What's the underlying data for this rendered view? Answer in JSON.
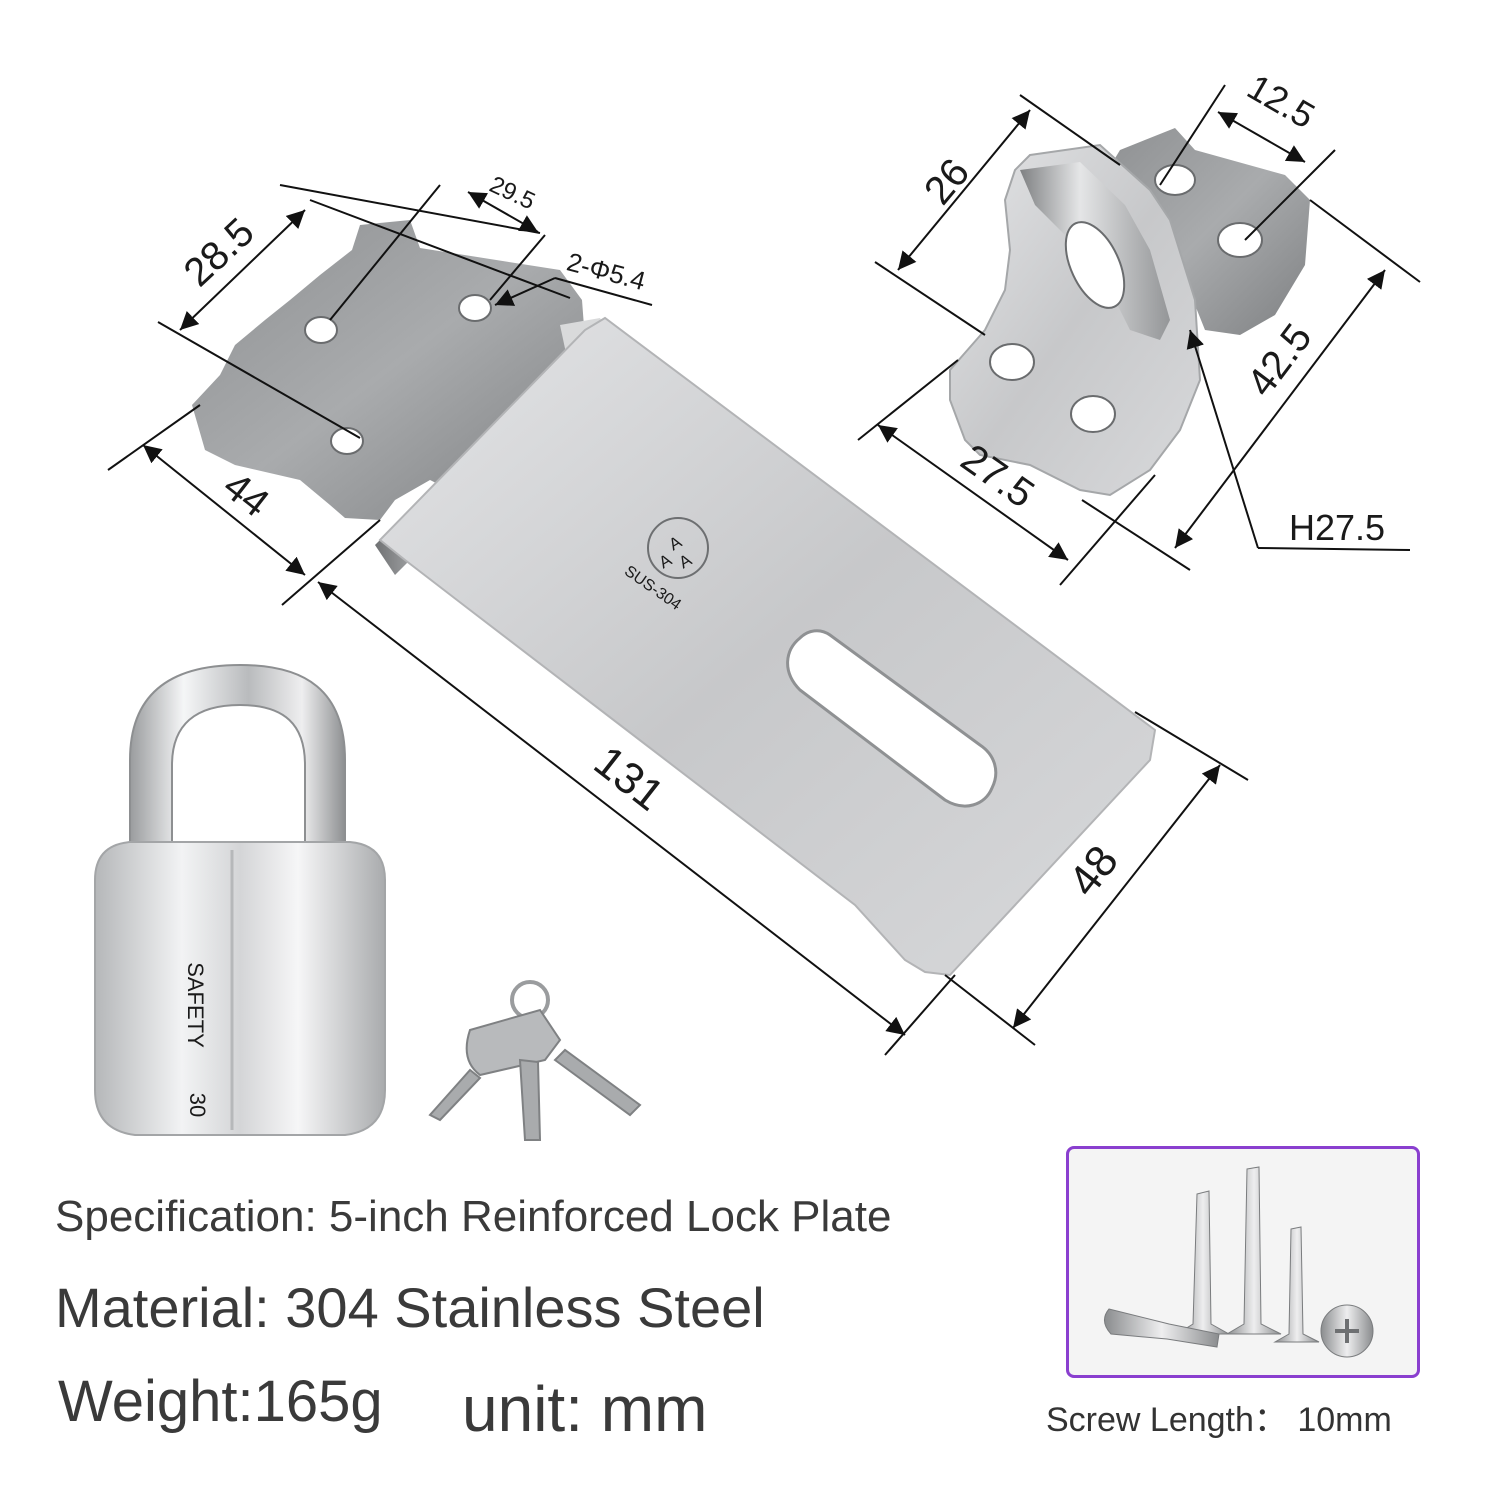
{
  "dimensions": {
    "d_28_5": "28.5",
    "d_29_5": "29.5",
    "d_hole": "2-Φ5.4",
    "d_44": "44",
    "d_131": "131",
    "d_48": "48",
    "d_26": "26",
    "d_12_5": "12.5",
    "d_42_5": "42.5",
    "d_27_5": "27.5",
    "d_h27_5": "H27.5"
  },
  "stamps": {
    "brand_a1": "A",
    "brand_a2": "A",
    "brand_a3": "A",
    "steel_grade": "SUS-304",
    "lock_text": "SAFETY",
    "lock_size": "30"
  },
  "specs": {
    "specification": "Specification: 5-inch Reinforced Lock Plate",
    "material": "Material: 304 Stainless Steel",
    "weight": "Weight:165g",
    "unit": "unit: mm",
    "screw_length": "Screw Length：  10mm"
  },
  "colors": {
    "accent_border": "#8a3fcf",
    "steel": "#c9cacc",
    "text": "#3a3a3a"
  }
}
